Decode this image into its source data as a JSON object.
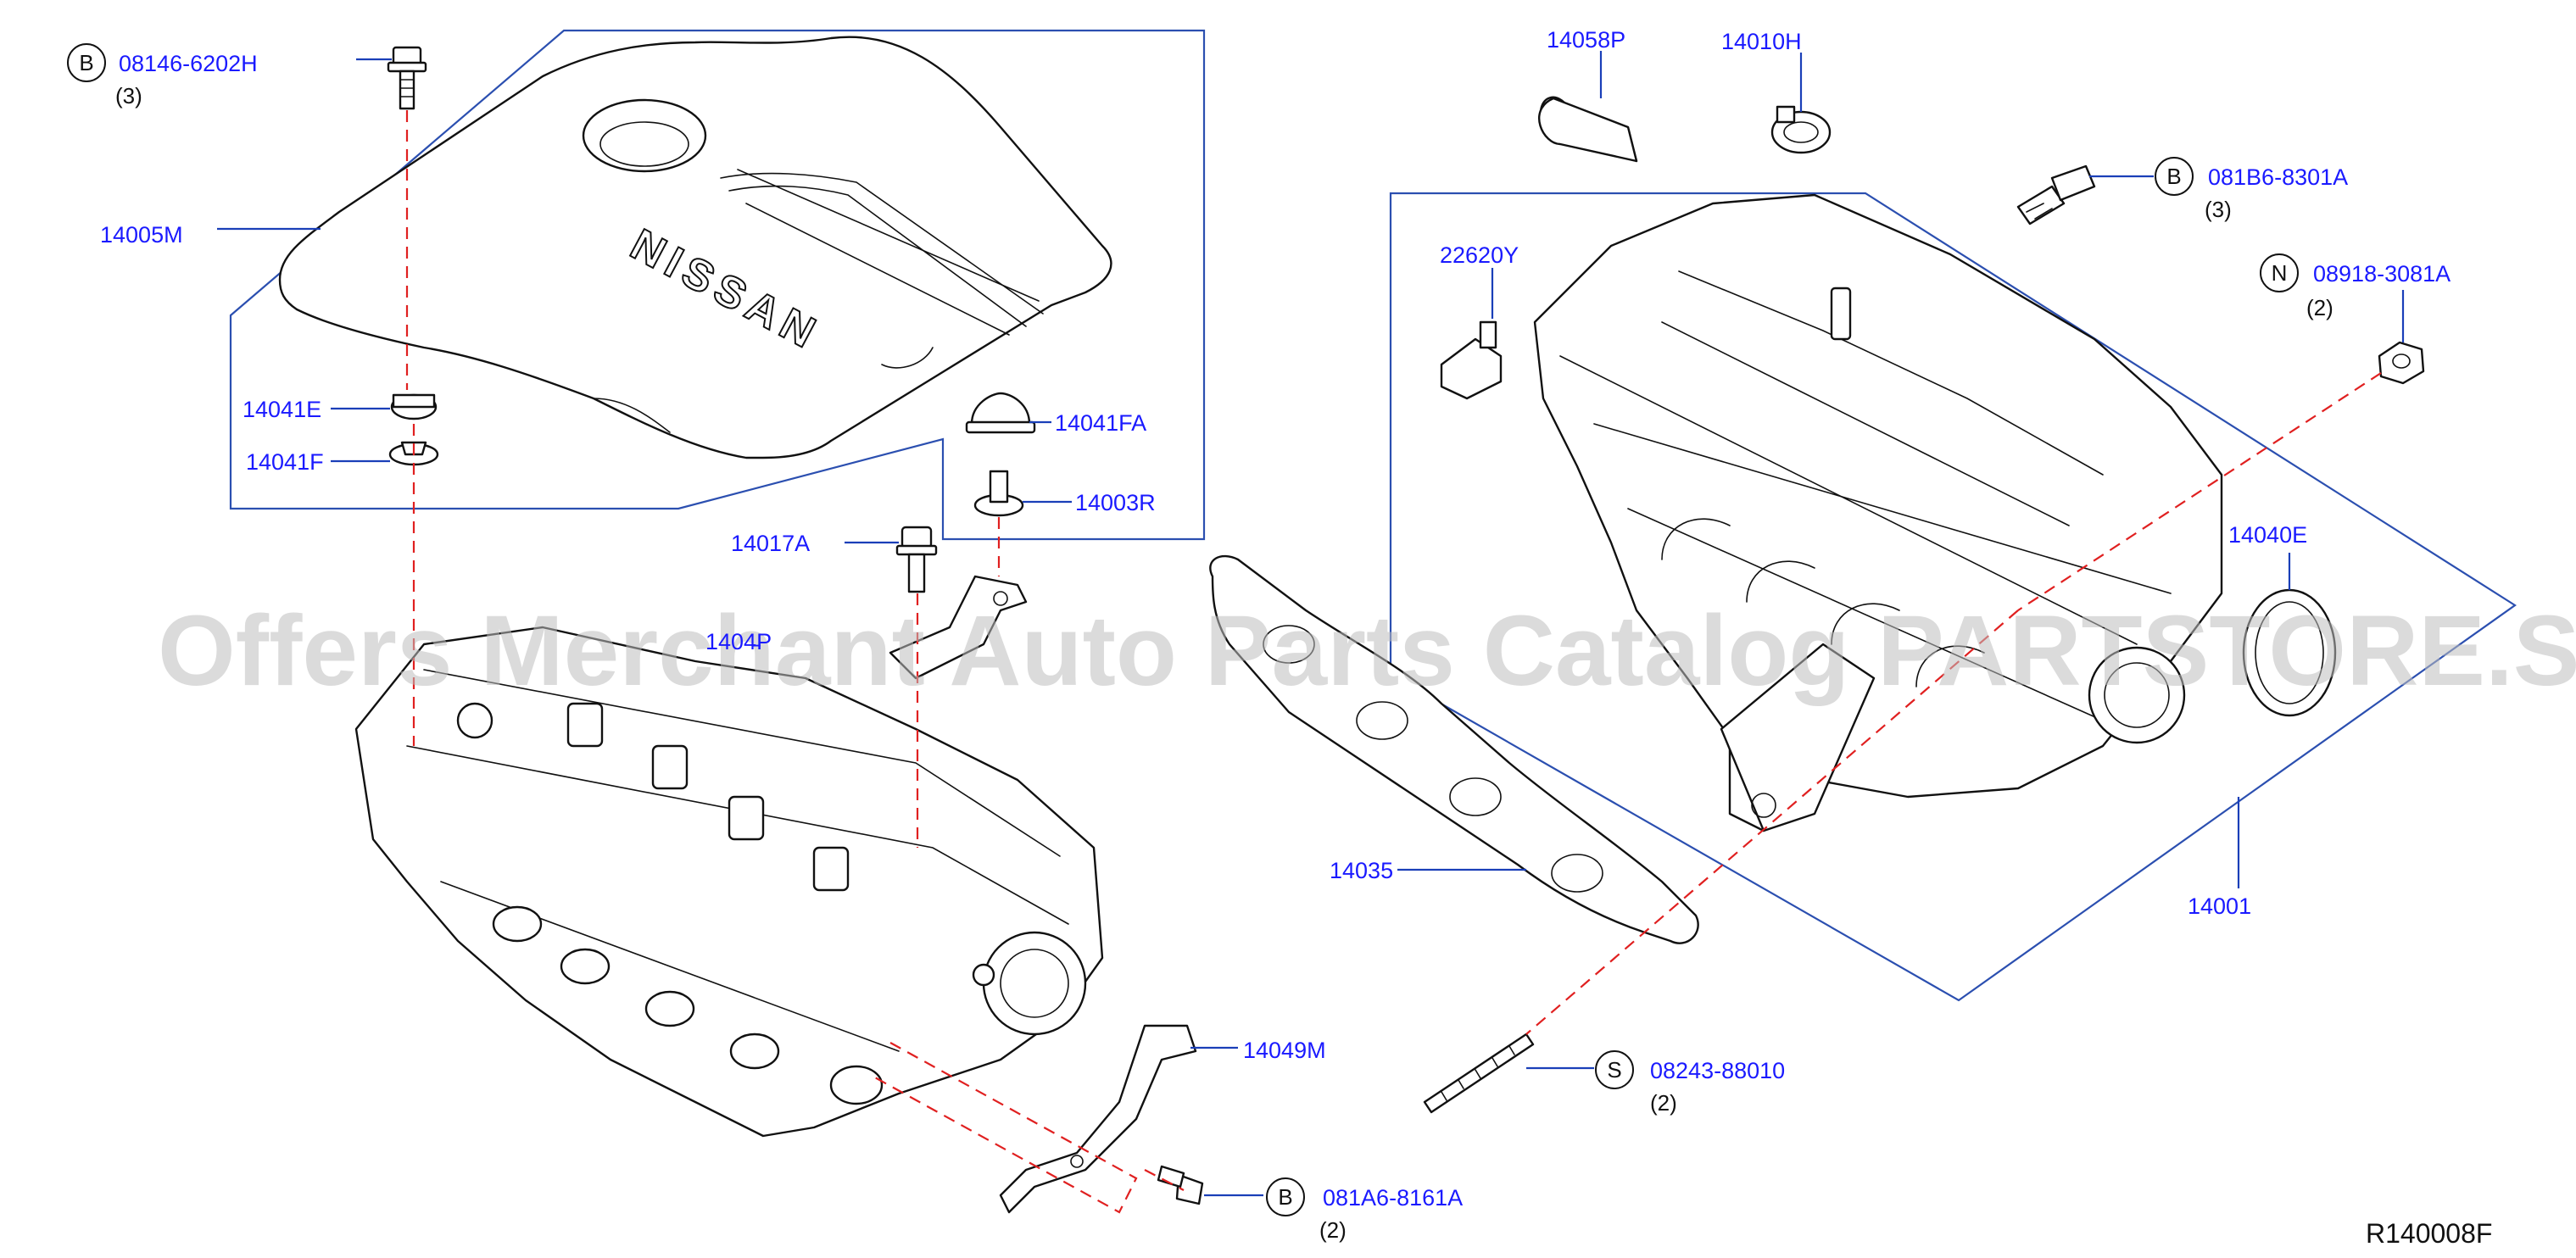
{
  "watermark": "Offers Merchant Auto Parts Catalog PARTSTORE.SA",
  "diagram_ref": "R140008F",
  "cover_text": "NISSAN",
  "labels": {
    "l_08146": {
      "badge": "B",
      "part": "08146-6202H",
      "qty": "(3)"
    },
    "l_14005M": {
      "part": "14005M"
    },
    "l_14041E": {
      "part": "14041E"
    },
    "l_14041F": {
      "part": "14041F"
    },
    "l_14041FA": {
      "part": "14041FA"
    },
    "l_14003R": {
      "part": "14003R"
    },
    "l_14017A": {
      "part": "14017A"
    },
    "l_1404xP": {
      "part": "1404̵P"
    },
    "l_14058P": {
      "part": "14058P"
    },
    "l_14010H": {
      "part": "14010H"
    },
    "l_081B6": {
      "badge": "B",
      "part": "081B6-8301A",
      "qty": "(3)"
    },
    "l_08918": {
      "badge": "N",
      "part": "08918-3081A",
      "qty": "(2)"
    },
    "l_22620Y": {
      "part": "22620Y"
    },
    "l_14040E": {
      "part": "14040E"
    },
    "l_14035": {
      "part": "14035"
    },
    "l_14001": {
      "part": "14001"
    },
    "l_08243": {
      "badge": "S",
      "part": "08243-88010",
      "qty": "(2)"
    },
    "l_14049M": {
      "part": "14049M"
    },
    "l_081A6": {
      "badge": "B",
      "part": "081A6-8161A",
      "qty": "(2)"
    }
  }
}
